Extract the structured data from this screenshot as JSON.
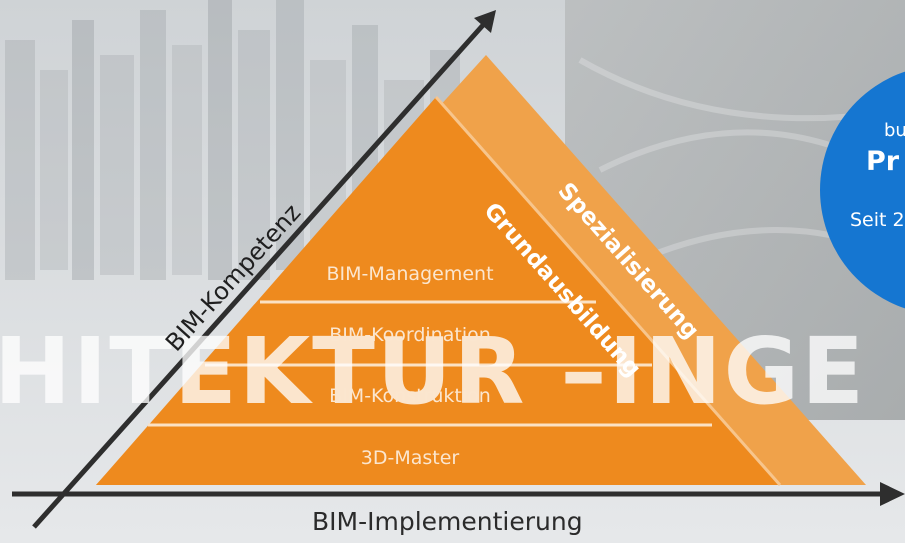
{
  "pyramid": {
    "tiers": [
      "BIM-Management",
      "BIM-Koordination",
      "BIM-Konstruktion",
      "3D-Master"
    ],
    "inner_label": "Grundausbildung",
    "outer_label": "Spezialisierung"
  },
  "axes": {
    "x_label": "BIM-Implementierung",
    "y_label": "BIM-Kompetenz"
  },
  "watermark": "HITEKTUR –INGE",
  "side_badge": {
    "line1": "bu",
    "line2": "Pr",
    "line3": "Seit 2"
  },
  "colors": {
    "pyramid_inner": "#ee8a1e",
    "pyramid_outer": "#f0a24a",
    "axis": "#2e2e2e",
    "badge": "#1576d1"
  }
}
